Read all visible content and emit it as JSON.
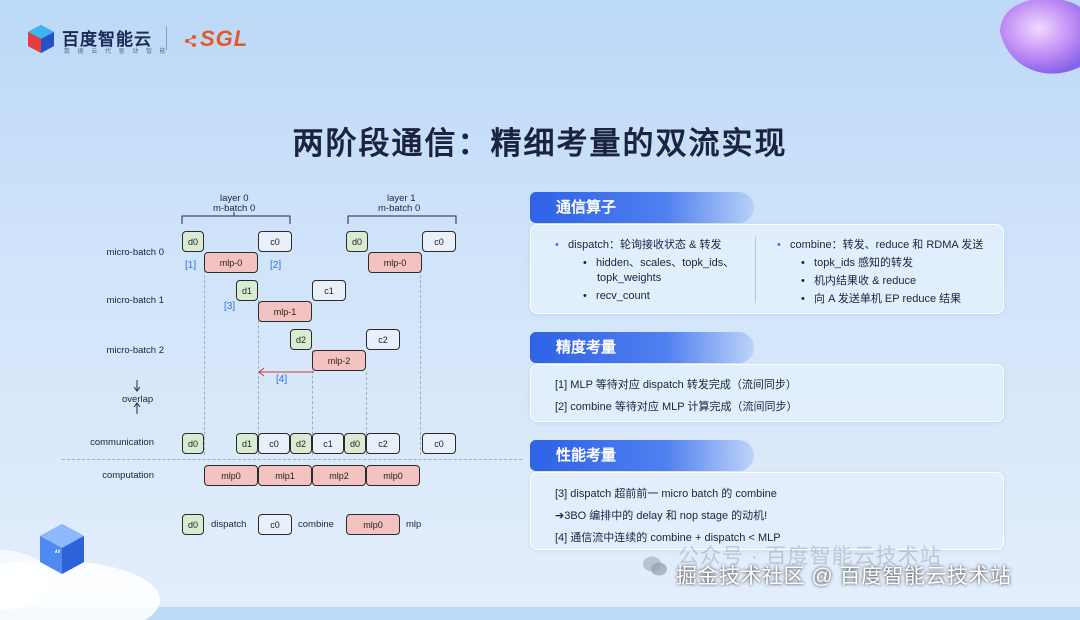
{
  "header": {
    "brand_cn": "百度智能云",
    "brand_sub": "数 据 云 代 驱 动 智 能",
    "partner": "SGL"
  },
  "title": "两阶段通信：精细考量的双流实现",
  "diagram": {
    "group0": {
      "line1": "layer 0",
      "line2": "m-batch 0"
    },
    "group1": {
      "line1": "layer 1",
      "line2": "m-batch 0"
    },
    "rows": {
      "mb0": "micro-batch 0",
      "mb1": "micro-batch 1",
      "mb2": "micro-batch 2",
      "overlap": "overlap",
      "comm": "communication",
      "comp": "computation"
    },
    "boxes": {
      "d0": "d0",
      "d1": "d1",
      "d2": "d2",
      "c0": "c0",
      "c1": "c1",
      "c2": "c2",
      "mlp_0": "mlp-0",
      "mlp_1": "mlp-1",
      "mlp_2": "mlp-2",
      "mlp0": "mlp0",
      "mlp1": "mlp1",
      "mlp2": "mlp2"
    },
    "marks": {
      "m1": "[1]",
      "m2": "[2]",
      "m3": "[3]",
      "m4": "[4]"
    },
    "legend": {
      "dispatch": "dispatch",
      "combine": "combine",
      "mlp": "mlp"
    }
  },
  "sections": {
    "ops": {
      "title": "通信算子",
      "left": {
        "main": "dispatch：轮询接收状态 & 转发",
        "sub1": "hidden、scales、topk_ids、",
        "sub1b": "topk_weights",
        "sub2": "recv_count"
      },
      "right": {
        "main": "combine：转发、reduce 和 RDMA 发送",
        "sub1": "topk_ids 感知的转发",
        "sub2": "机内结果收 & reduce",
        "sub3": "向 A 发送单机 EP reduce 结果"
      }
    },
    "precision": {
      "title": "精度考量",
      "line1": "[1] MLP 等待对应 dispatch 转发完成（流间同步）",
      "line2": "[2] combine 等待对应 MLP 计算完成（流间同步）"
    },
    "perf": {
      "title": "性能考量",
      "line1": "[3] dispatch 超前前一 micro batch 的 combine",
      "line2": "➔3BO 编排中的 delay 和 nop stage 的动机!",
      "line3": "[4] 通信流中连续的 combine + dispatch < MLP"
    }
  },
  "watermark": {
    "faint": "公众号 · 百度智能云技术站",
    "main": "掘金技术社区 @ 百度智能云技术站"
  },
  "colors": {
    "accent": "#2f62e6",
    "dispatch_box": "#d9ecd2",
    "combine_box": "#e9f0fa",
    "mlp_box": "#f4c2c0",
    "annotation": "#2f6fd8"
  }
}
